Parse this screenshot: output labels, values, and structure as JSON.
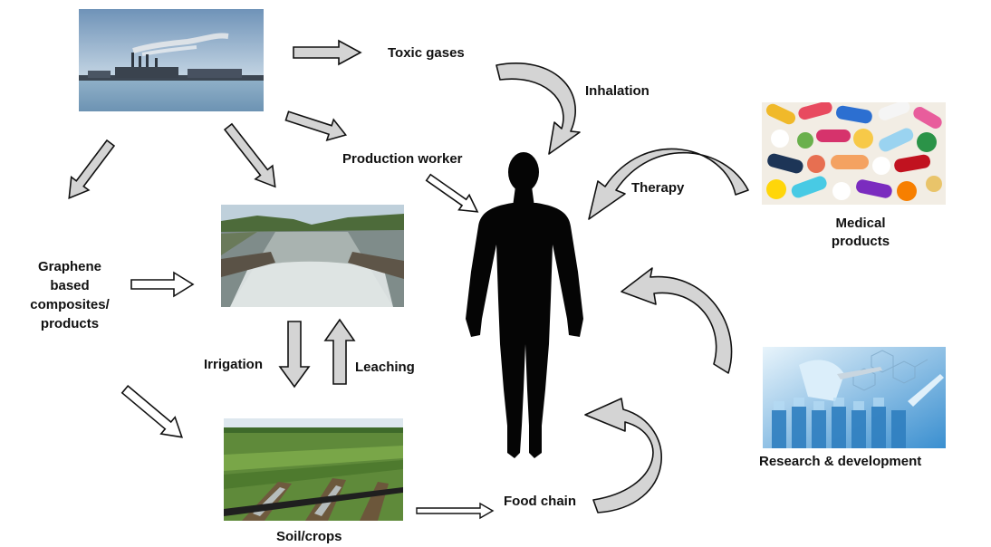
{
  "labels": {
    "toxic_gases": "Toxic gases",
    "inhalation": "Inhalation",
    "production_worker": "Production worker",
    "therapy": "Therapy",
    "medical_products_line1": "Medical",
    "medical_products_line2": "products",
    "graphene_line1": "Graphene",
    "graphene_line2": "based",
    "graphene_line3": "composites/",
    "graphene_line4": "products",
    "irrigation": "Irrigation",
    "leaching": "Leaching",
    "research_development": "Research & development",
    "food_chain": "Food chain",
    "soil_crops": "Soil/crops"
  },
  "pictures": {
    "factory": "factory-photo",
    "water": "water-canal-photo",
    "crops": "crop-field-photo",
    "pills": "pills-photo",
    "lab": "laboratory-photo",
    "human": "human-silhouette"
  },
  "colors": {
    "arrow_fill": "#d4d4d4",
    "arrow_stroke": "#111111",
    "silhouette": "#050505",
    "text": "#111111"
  }
}
